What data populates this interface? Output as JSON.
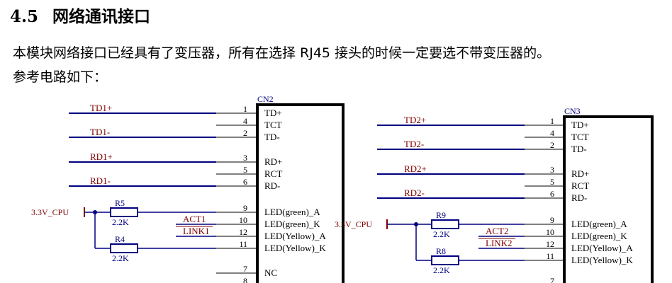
{
  "section": {
    "number": "4.5",
    "title": "网络通讯接口"
  },
  "paragraph": {
    "line1": "本模块网络接口已经具有了变压器，所有在选择 RJ45 接头的时候一定要选不带变压器的。",
    "line2": "参考电路如下："
  },
  "schematic": {
    "colors": {
      "wire": "#000080",
      "label": "#800000",
      "body": "#000000",
      "pin": "#000000",
      "component": "#000080"
    },
    "connectors": [
      {
        "ref": "CN2",
        "pins": [
          {
            "num": "1",
            "name": "TD+",
            "net": "TD1+"
          },
          {
            "num": "4",
            "name": "TCT",
            "net": ""
          },
          {
            "num": "2",
            "name": "TD-",
            "net": "TD1-"
          },
          {
            "num": "3",
            "name": "RD+",
            "net": "RD1+"
          },
          {
            "num": "5",
            "name": "RCT",
            "net": ""
          },
          {
            "num": "6",
            "name": "RD-",
            "net": "RD1-"
          },
          {
            "num": "9",
            "name": "LED(green)_A",
            "net": ""
          },
          {
            "num": "10",
            "name": "LED(green)_K",
            "net": "ACT1"
          },
          {
            "num": "12",
            "name": "LED(Yellow)_A",
            "net": "LINK1"
          },
          {
            "num": "11",
            "name": "LED(Yellow)_K",
            "net": ""
          },
          {
            "num": "7",
            "name": "NC",
            "net": ""
          },
          {
            "num": "8",
            "name": "",
            "net": ""
          }
        ],
        "supply": "3.3V_CPU",
        "resistors": [
          {
            "ref": "R5",
            "value": "2.2K"
          },
          {
            "ref": "R4",
            "value": "2.2K"
          }
        ]
      },
      {
        "ref": "CN3",
        "pins": [
          {
            "num": "1",
            "name": "TD+",
            "net": "TD2+"
          },
          {
            "num": "4",
            "name": "TCT",
            "net": ""
          },
          {
            "num": "2",
            "name": "TD-",
            "net": "TD2-"
          },
          {
            "num": "3",
            "name": "RD+",
            "net": "RD2+"
          },
          {
            "num": "5",
            "name": "RCT",
            "net": ""
          },
          {
            "num": "6",
            "name": "RD-",
            "net": "RD2-"
          },
          {
            "num": "9",
            "name": "LED(green)_A",
            "net": ""
          },
          {
            "num": "10",
            "name": "LED(green)_K",
            "net": "ACT2"
          },
          {
            "num": "12",
            "name": "LED(Yellow)_A",
            "net": "LINK2"
          },
          {
            "num": "11",
            "name": "LED(Yellow)_K",
            "net": ""
          },
          {
            "num": "7",
            "name": "",
            "net": ""
          }
        ],
        "supply": "3.3V_CPU",
        "resistors": [
          {
            "ref": "R9",
            "value": "2.2K"
          },
          {
            "ref": "R8",
            "value": "2.2K"
          }
        ]
      }
    ]
  }
}
